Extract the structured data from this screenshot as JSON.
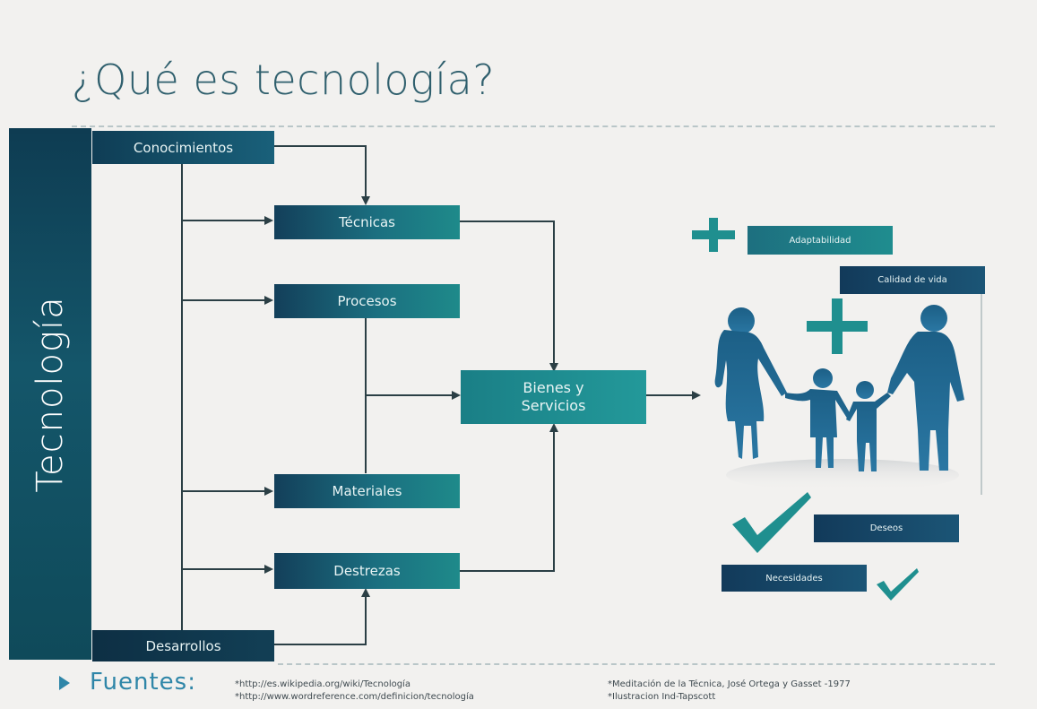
{
  "slide": {
    "title": "¿Qué es tecnología?",
    "sidebar_label": "Tecnología"
  },
  "diagram": {
    "source_top": "Conocimientos",
    "source_bottom": "Desarrollos",
    "inputs": [
      "Técnicas",
      "Procesos",
      "Materiales",
      "Destrezas"
    ],
    "output": "Bienes y Servicios",
    "benefits": {
      "adaptability": "Adaptabilidad",
      "quality": "Calidad de vida",
      "desires": "Deseos",
      "needs": "Necesidades"
    }
  },
  "footer": {
    "label": "Fuentes:",
    "sources": [
      "*http://es.wikipedia.org/wiki/Tecnología",
      "*http://www.wordreference.com/definicion/tecnología",
      "*Meditación de la Técnica, José Ortega y Gasset -1977",
      "*Ilustracion Ind-Tapscott"
    ]
  },
  "colors": {
    "dark_navy": "#0f3d55",
    "teal": "#1f8f8f",
    "title": "#2f5f6d",
    "link": "#2f86a8"
  }
}
